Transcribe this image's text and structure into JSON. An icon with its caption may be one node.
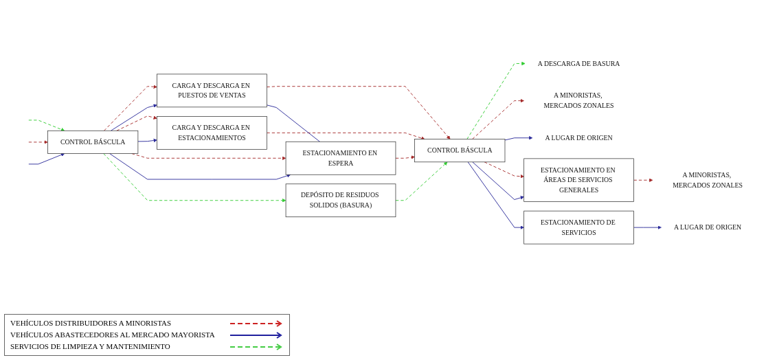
{
  "diagram": {
    "nodes": [
      {
        "text": [
          "CONTROL BÁSCULA"
        ]
      },
      {
        "text": [
          "CARGA Y DESCARGA EN PUESTOS DE VENTAS"
        ]
      },
      {
        "text": [
          "CARGA Y DESCARGA EN ESTACIONAMIENTOS"
        ]
      },
      {
        "text": [
          "ESTACIONAMIENTO EN ESPERA"
        ]
      },
      {
        "text": [
          "DEPÓSITO DE RESIDUOS SOLIDOS (BASURA)"
        ]
      },
      {
        "text": [
          "CONTROL BÁSCULA"
        ]
      },
      {
        "text": [
          "A DESCARGA DE BASURA"
        ]
      },
      {
        "text": [
          "A MINORISTAS, MERCADOS ZONALES"
        ]
      },
      {
        "text": [
          "A LUGAR DE ORIGEN"
        ]
      },
      {
        "text": [
          "ESTACIONAMIENTO EN ÁREAS DE SERVICIOS GENERALES"
        ]
      },
      {
        "text": [
          "ESTACIONAMIENTO DE SERVICIOS"
        ]
      },
      {
        "text": [
          "A MINORISTAS, MERCADOS ZONALES"
        ]
      },
      {
        "text": [
          "A LUGAR DE ORIGEN"
        ]
      }
    ],
    "edges": [
      {
        "from": null,
        "to": 0,
        "arrow": "to",
        "style": "dashed",
        "color": "#33cc33"
      },
      {
        "from": null,
        "to": 0,
        "arrow": "to",
        "style": "dashed",
        "color": "#a52a2a"
      },
      {
        "from": null,
        "to": 0,
        "arrow": "to",
        "color": "#2b2b9a"
      },
      {
        "from": 0,
        "to": 1,
        "arrow": "to",
        "style": "dashed",
        "color": "#a52a2a"
      },
      {
        "from": 0,
        "to": 1,
        "arrow": "to",
        "color": "#2b2b9a"
      },
      {
        "from": 0,
        "to": 2,
        "arrow": "to",
        "style": "dashed",
        "color": "#a52a2a"
      },
      {
        "from": 0,
        "to": 2,
        "arrow": "to",
        "color": "#2b2b9a"
      },
      {
        "from": 0,
        "to": 3,
        "arrow": "to",
        "style": "dashed",
        "color": "#a52a2a"
      },
      {
        "from": 0,
        "to": 3,
        "arrow": "to",
        "color": "#2b2b9a"
      },
      {
        "from": 0,
        "to": 4,
        "arrow": "to",
        "style": "dashed",
        "color": "#33cc33"
      },
      {
        "from": 1,
        "to": 5,
        "arrow": "to",
        "style": "dashed",
        "color": "#a52a2a"
      },
      {
        "from": 2,
        "to": 5,
        "arrow": "to",
        "style": "dashed",
        "color": "#a52a2a"
      },
      {
        "from": 3,
        "to": 5,
        "arrow": "to",
        "style": "dashed",
        "color": "#a52a2a"
      },
      {
        "from": 1,
        "to": 3,
        "arrow": "none",
        "color": "#2b2b9a"
      },
      {
        "from": 4,
        "to": 5,
        "arrow": "to",
        "style": "dashed",
        "color": "#33cc33"
      },
      {
        "from": 5,
        "to": 6,
        "arrow": "to",
        "style": "dashed",
        "color": "#33cc33"
      },
      {
        "from": 5,
        "to": 7,
        "arrow": "to",
        "style": "dashed",
        "color": "#a52a2a"
      },
      {
        "from": 5,
        "to": 8,
        "arrow": "to",
        "color": "#2b2b9a"
      },
      {
        "from": 5,
        "to": 9,
        "arrow": "to",
        "style": "dashed",
        "color": "#a52a2a"
      },
      {
        "from": 5,
        "to": 9,
        "arrow": "to",
        "color": "#2b2b9a"
      },
      {
        "from": 5,
        "to": 10,
        "arrow": "to",
        "color": "#2b2b9a"
      },
      {
        "from": 9,
        "to": 11,
        "arrow": "to",
        "style": "dashed",
        "color": "#a52a2a"
      },
      {
        "from": 10,
        "to": 12,
        "arrow": "to",
        "color": "#2b2b9a"
      }
    ],
    "legend": [
      {
        "text": "VEHÍCULOS DISTRIBUIDORES A MINORISTAS"
      },
      {
        "text": "VEHÍCULOS ABASTECEDORES AL MERCADO MAYORISTA"
      },
      {
        "text": "SERVICIOS DE LIMPIEZA Y MANTENIMIENTO"
      }
    ]
  }
}
